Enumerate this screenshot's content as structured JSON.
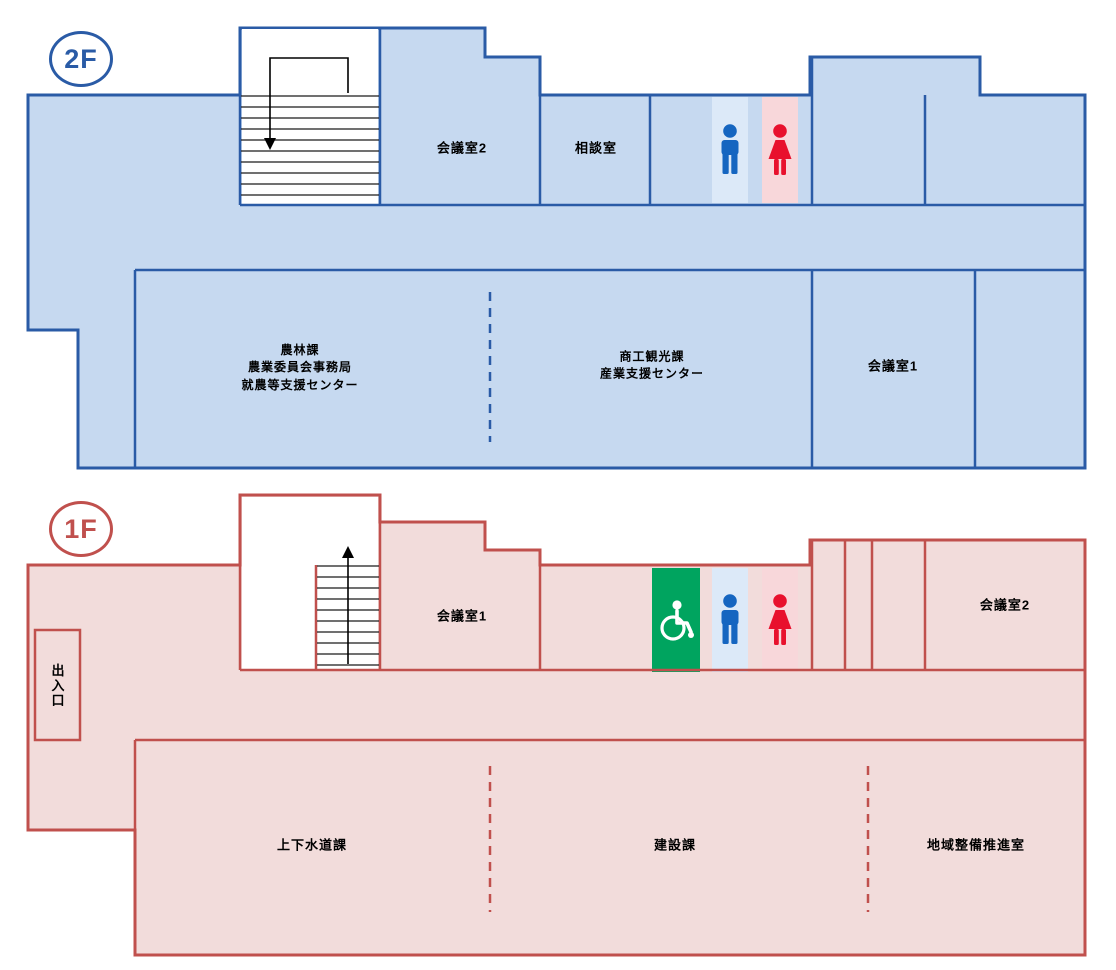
{
  "document": {
    "title": "庁舎フロアマップ"
  },
  "colors": {
    "floor2_fill": "#c6d9f0",
    "floor2_line": "#2a5ba6",
    "floor1_fill": "#f2dcdb",
    "floor1_line": "#c0504d",
    "men_bg": "#dce9f8",
    "men_icon": "#1565c0",
    "women_bg": "#f8d7da",
    "women_icon": "#e8112d",
    "accessible_bg": "#00a45f",
    "accessible_icon": "#ffffff",
    "stairs_line": "#000000"
  },
  "floor2": {
    "badge": "2F",
    "stairs_direction": "down",
    "rooms": {
      "meeting2": "会議室2",
      "consult": "相談室",
      "agriculture": "農林課\n農業委員会事務局\n就農等支援センター",
      "commerce": "商工観光課\n産業支援センター",
      "meeting1": "会議室1"
    },
    "icons": {
      "men": "men-toilet-icon",
      "women": "women-toilet-icon",
      "stairs": "down-arrow-icon"
    }
  },
  "floor1": {
    "badge": "1F",
    "stairs_direction": "up",
    "rooms": {
      "entrance": "出入口",
      "meeting1": "会議室1",
      "meeting2": "会議室2",
      "water": "上下水道課",
      "construction": "建設課",
      "regional": "地域整備推進室"
    },
    "icons": {
      "men": "men-toilet-icon",
      "women": "women-toilet-icon",
      "accessible": "accessible-toilet-icon",
      "stairs": "up-arrow-icon"
    }
  }
}
